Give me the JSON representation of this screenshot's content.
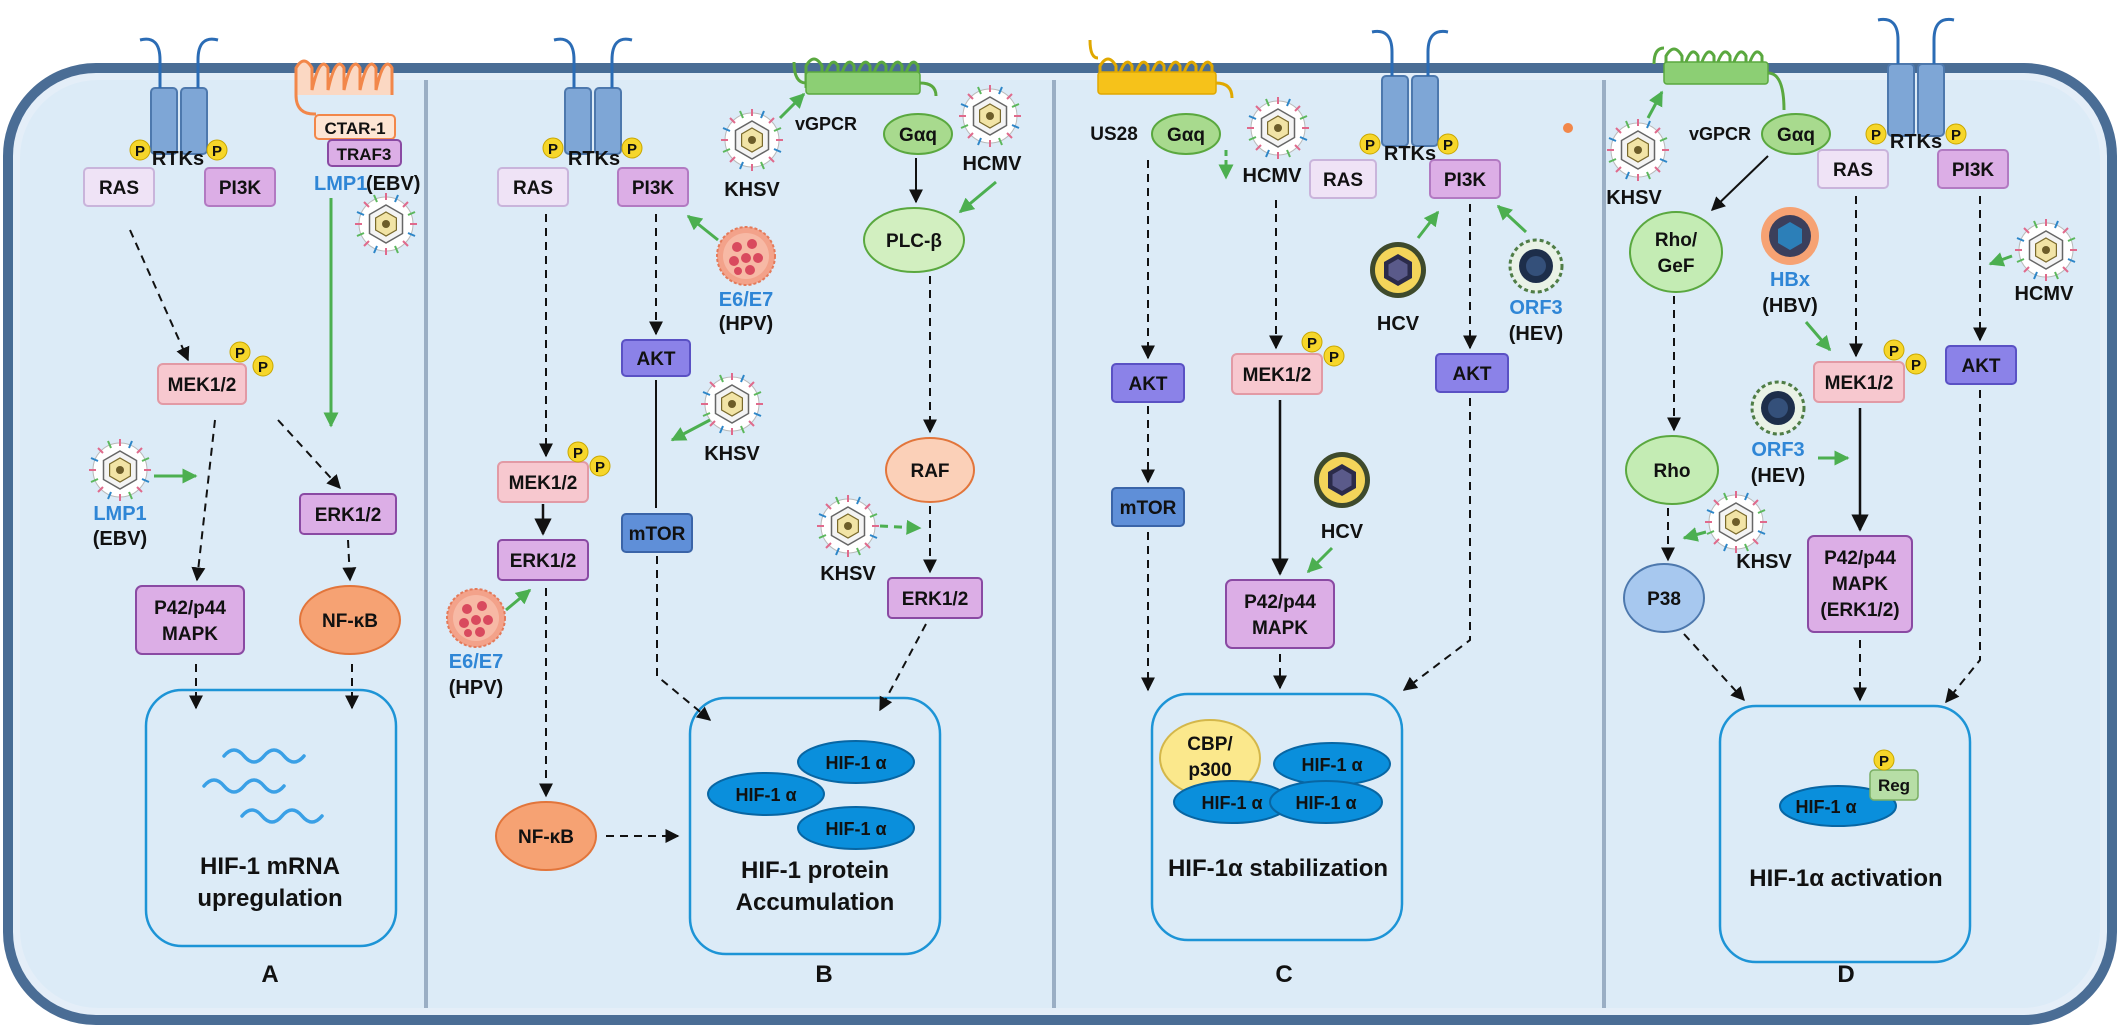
{
  "colors": {
    "cell_fill": "#dcebf7",
    "cell_border": "#4a6d95",
    "kinase_pink": "#f7c8cf",
    "pi3k_purple": "#dcaee6",
    "akt_purple": "#8b82e8",
    "mtor_blue": "#5f8fd8",
    "nfkb_orange": "#f6a273",
    "gaq_green": "#a8da8e",
    "hif_blue": "#0a8fdc",
    "cbp_yellow": "#fbe88c",
    "receptor_blue": "#7ea6d6",
    "ctar_orange": "#f59a62",
    "vgpcr_green": "#8ccf74",
    "us28_yellow": "#f6c21a",
    "arrow_green": "#4caf50"
  },
  "common": {
    "p": "P"
  },
  "panelA": {
    "letter": "A",
    "rtks": "RTKs",
    "ras": "RAS",
    "pi3k": "PI3K",
    "ctar1": "CTAR-1",
    "traf3": "TRAF3",
    "lmp1_top": "LMP1",
    "ebv_top": "(EBV)",
    "mek": "MEK1/2",
    "lmp1": "LMP1",
    "ebv": "(EBV)",
    "erk": "ERK1/2",
    "mapk_line1": "P42/p44",
    "mapk_line2": "MAPK",
    "nfkb": "NF-κB",
    "outcome_line1": "HIF-1 mRNA",
    "outcome_line2": "upregulation"
  },
  "panelB": {
    "letter": "B",
    "rtks": "RTKs",
    "ras": "RAS",
    "pi3k": "PI3K",
    "khsv_top": "KHSV",
    "vgpcr": "vGPCR",
    "gaq": "Gαq",
    "hcmv": "HCMV",
    "plc": "PLC-β",
    "e6e7_top": "E6/E7",
    "hpv_top": "(HPV)",
    "akt": "AKT",
    "khsv_mid": "KHSV",
    "mek": "MEK1/2",
    "erk_left": "ERK1/2",
    "mtor": "mTOR",
    "raf": "RAF",
    "khsv_low": "KHSV",
    "erk_right": "ERK1/2",
    "e6e7_low": "E6/E7",
    "hpv_low": "(HPV)",
    "nfkb": "NF-κB",
    "hif1": "HIF-1 α",
    "hif2": "HIF-1 α",
    "hif3": "HIF-1 α",
    "outcome_line1": "HIF-1 protein",
    "outcome_line2": "Accumulation"
  },
  "panelC": {
    "letter": "C",
    "us28": "US28",
    "gaq": "Gαq",
    "hcmv": "HCMV",
    "rtks": "RTKs",
    "ras": "RAS",
    "pi3k": "PI3K",
    "hcv_top": "HCV",
    "orf3": "ORF3",
    "hev": "(HEV)",
    "akt_left": "AKT",
    "mek": "MEK1/2",
    "akt_right": "AKT",
    "mtor": "mTOR",
    "hcv_mid": "HCV",
    "mapk_line1": "P42/p44",
    "mapk_line2": "MAPK",
    "cbp_line1": "CBP/",
    "cbp_line2": "p300",
    "hif1": "HIF-1 α",
    "hif2": "HIF-1 α",
    "hif3": "HIF-1 α",
    "outcome": "HIF-1α stabilization"
  },
  "panelD": {
    "letter": "D",
    "vgpcr": "vGPCR",
    "gaq": "Gαq",
    "khsv_top": "KHSV",
    "rtks": "RTKs",
    "ras": "RAS",
    "pi3k": "PI3K",
    "rho_gef_line1": "Rho/",
    "rho_gef_line2": "GeF",
    "hbx": "HBx",
    "hbv": "(HBV)",
    "hcmv": "HCMV",
    "mek": "MEK1/2",
    "akt": "AKT",
    "orf3": "ORF3",
    "hev": "(HEV)",
    "rho": "Rho",
    "khsv_low": "KHSV",
    "p38": "P38",
    "mapk_line1": "P42/p44",
    "mapk_line2": "MAPK",
    "mapk_line3": "(ERK1/2)",
    "reg": "Reg",
    "hif": "HIF-1 α",
    "outcome": "HIF-1α activation"
  }
}
